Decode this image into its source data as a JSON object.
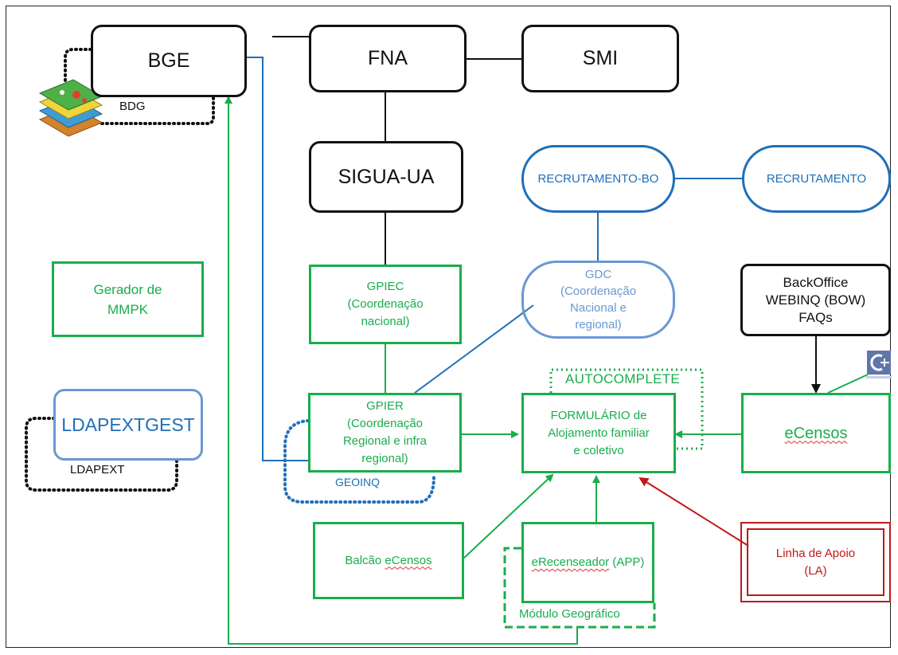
{
  "nodes": {
    "bge": "BGE",
    "fna": "FNA",
    "smi": "SMI",
    "sigua": "SIGUA-UA",
    "recrutamento_bo": "RECRUTAMENTO-BO",
    "recrutamento": "RECRUTAMENTO",
    "gerador": "Gerador de\nMMPK",
    "gpiec": "GPIEC\n(Coordenação\nnacional)",
    "gdc": "GDC\n(Coordenação\nNacional e\nregional)",
    "bow": "BackOffice\nWEBINQ (BOW)\nFAQs",
    "ldapextgest": "LDAPEXTGEST",
    "gpier": "GPIER\n(Coordenação\nRegional e infra\nregional)",
    "formulario": "FORMULÁRIO de\nAlojamento familiar\ne coletivo",
    "ecensos": "eCensos",
    "balcao_prefix": "Balcão ",
    "balcao_word": "eCensos",
    "erecenseador_word": "eRecenseador",
    "erecenseador_suffix": " (APP)",
    "linha_apoio": "Linha de Apoio\n(LA)"
  },
  "labels": {
    "bdg": "BDG",
    "autocomplete": "AUTOCOMPLETE",
    "geoinq": "GEOINQ",
    "ldapext": "LDAPEXT",
    "modulo_geografico": "Módulo Geográfico"
  },
  "colors": {
    "black": "#111111",
    "blue": "#1f6fba",
    "light_blue": "#6a97d3",
    "green": "#19ad4c",
    "red": "#c01818"
  },
  "icons": {
    "layers": "map-layers-icon",
    "logo": "censos-logo-icon"
  }
}
